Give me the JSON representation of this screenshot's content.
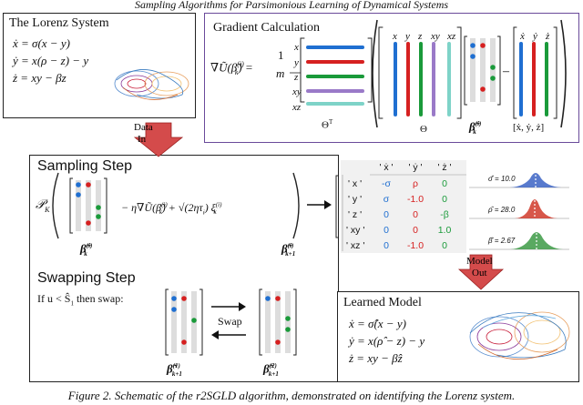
{
  "header": "Sampling Algorithms for Parsimonious Learning of Dynamical Systems",
  "lorenz_panel": {
    "title": "The Lorenz System",
    "equations": [
      "ẋ = σ(x − y)",
      "ẏ = x(ρ − z) − y",
      "ż = xy − βz"
    ]
  },
  "data_in_label": [
    "Data",
    "In"
  ],
  "gradient_panel": {
    "title": "Gradient Calculation",
    "lhs": "∇Ũ(β̃",
    "lhs_sup": "(i)",
    "lhs_sub": "k",
    "lhs_end": ") =",
    "frac_num": "1",
    "frac_den": "m",
    "theta_rows": [
      "x",
      "y",
      "z",
      "xy",
      "xz"
    ],
    "theta_cols": [
      "x",
      "y",
      "z",
      "xy",
      "xz"
    ],
    "deriv_cols": [
      "ẋ",
      "ẏ",
      "ż"
    ],
    "label_thetaT": "Θ",
    "label_thetaT_sup": "T",
    "label_theta": "Θ",
    "label_beta": "β̃",
    "label_beta_sup": "(i)",
    "label_beta_sub": "k",
    "label_xdot": "[ẋ, ẏ, ż]"
  },
  "sampling_panel": {
    "title": "Sampling Step",
    "op_prefix": "𝒫",
    "op_prefix_sub": "K",
    "middle": "− η∇Ũ(β̃",
    "middle_sup": "(i)",
    "middle_sub": "k",
    "middle_end": ") + √(2ητ",
    "tau_sub": "i",
    "xi": ") ξ",
    "xi_sup": "(i)",
    "xi_sub": "k",
    "label_in": "β̃",
    "label_in_sup": "(i)",
    "label_in_sub": "k",
    "label_out": "β̃",
    "label_out_sup": "(i)",
    "label_out_sub": "k+1"
  },
  "swapping_panel": {
    "title": "Swapping Step",
    "condition": "If  u < Ŝ",
    "condition_sub": "1",
    "condition_end": "  then swap:",
    "swap_label": "Swap",
    "label_1": "β̃",
    "label_1_sup": "(1)",
    "label_1_sub": "k+1",
    "label_2": "β̃",
    "label_2_sup": "(2)",
    "label_2_sub": "k+1"
  },
  "coef_table": {
    "col_headers": [
      "' ẋ '",
      "' ẏ '",
      "' ż '"
    ],
    "row_labels": [
      "' x '",
      "' y '",
      "' z '",
      "' xy '",
      "' xz '"
    ],
    "rows": [
      [
        "-σ",
        "ρ",
        "0"
      ],
      [
        "σ",
        "-1.0",
        "0"
      ],
      [
        "0",
        "0",
        "-β"
      ],
      [
        "0",
        "0",
        "1.0"
      ],
      [
        "0",
        "-1.0",
        "0"
      ]
    ],
    "colors": {
      "blue": "#1f6fd1",
      "red": "#d62020",
      "green": "#1a9a3a"
    }
  },
  "posteriors": [
    {
      "label": "σ̂ = 10.0",
      "color": "#3b63c4"
    },
    {
      "label": "ρ̂ = 28.0",
      "color": "#d03a2a"
    },
    {
      "label": "β̂ = 2.67",
      "color": "#3c9a45"
    }
  ],
  "model_out_label": [
    "Model",
    "Out"
  ],
  "learned_panel": {
    "title": "Learned Model",
    "equations": [
      "ẋ = σ̂(x − y)",
      "ẏ = x(ρ̂ − z) − y",
      "ż = xy − β̂z"
    ]
  },
  "caption": "Figure 2. Schematic of the r2SGLD algorithm, demonstrated on identifying the Lorenz system."
}
